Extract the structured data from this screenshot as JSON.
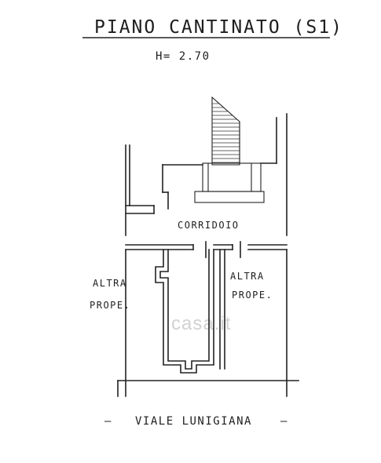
{
  "drawing": {
    "title": "PIANO CANTINATO (S1)",
    "height_label": "H= 2.70",
    "rooms": {
      "corridor": "CORRIDOIO",
      "left_1": "ALTRA",
      "left_2": "PROPE.",
      "right_1": "ALTRA",
      "right_2": "PROPE."
    },
    "street": "VIALE LUNIGIANA",
    "street_dash_left": "—",
    "street_dash_right": "—",
    "watermark": "casa.it"
  }
}
